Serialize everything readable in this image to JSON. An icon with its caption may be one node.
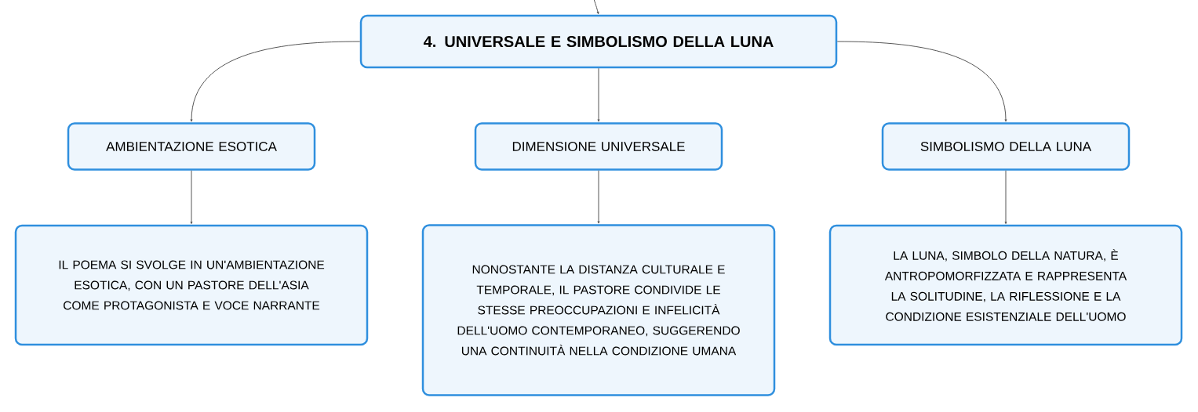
{
  "diagram": {
    "nodes": [
      {
        "text": [
          "4. UNIVERSALE E SIMBOLISMO DELLA LUNA"
        ]
      },
      {
        "text": [
          "AMBIENTAZIONE ESOTICA"
        ]
      },
      {
        "text": [
          "DIMENSIONE UNIVERSALE"
        ]
      },
      {
        "text": [
          "SIMBOLISMO DELLA LUNA"
        ]
      },
      {
        "text": [
          "IL POEMA SI SVOLGE IN UN'AMBIENTAZIONE ESOTICA, CON UN PASTORE DELL'ASIA COME PROTAGONISTA E VOCE NARRANTE"
        ]
      },
      {
        "text": [
          "NONOSTANTE LA DISTANZA CULTURALE E TEMPORALE, IL PASTORE CONDIVIDE LE STESSE PREOCCUPAZIONI E INFELICITÀ DELL'UOMO CONTEMPORANEO, SUGGERENDO UNA CONTINUITÀ NELLA CONDIZIONE UMANA"
        ]
      },
      {
        "text": [
          "LA LUNA, SIMBOLO DELLA NATURA, È ANTROPOMORFIZZATA E RAPPRESENTA LA SOLITUDINE, LA RIFLESSIONE E LA CONDIZIONE ESISTENZIALE DELL'UOMO"
        ]
      }
    ],
    "edges": [
      {
        "from": null,
        "to": 0,
        "arrow": "to"
      },
      {
        "from": 0,
        "to": 1,
        "arrow": "to"
      },
      {
        "from": 0,
        "to": 2,
        "arrow": "to"
      },
      {
        "from": 0,
        "to": 3,
        "arrow": "to"
      },
      {
        "from": 1,
        "to": 4,
        "arrow": "to"
      },
      {
        "from": 2,
        "to": 5,
        "arrow": "to"
      },
      {
        "from": 3,
        "to": 6,
        "arrow": "to"
      }
    ]
  }
}
